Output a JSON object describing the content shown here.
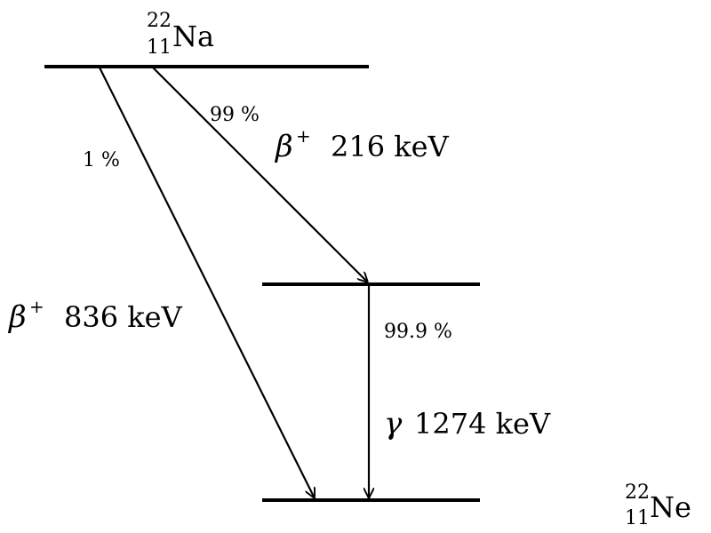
{
  "parent": {
    "mass": "22",
    "atomic": "11",
    "symbol": "Na"
  },
  "daughter": {
    "mass": "22",
    "atomic": "11",
    "symbol": "Ne"
  },
  "transitions": [
    {
      "branch": "99 %",
      "type_symbol": "β",
      "charge": "+",
      "energy": "216 keV"
    },
    {
      "branch": "1 %",
      "type_symbol": "β",
      "charge": "+",
      "energy": "836 keV"
    },
    {
      "branch": "99.9 %",
      "type_symbol": "γ",
      "energy": "1274 keV"
    }
  ],
  "colors": {
    "line": "#000000",
    "background": "#ffffff"
  }
}
